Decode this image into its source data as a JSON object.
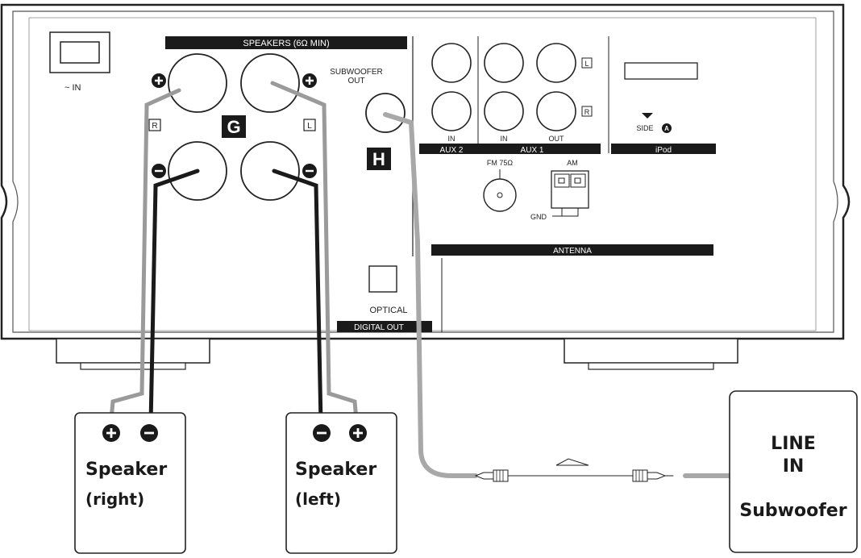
{
  "panel": {
    "speakers_header": "SPEAKERS (6Ω MIN)",
    "power_label": "~ IN",
    "channel_right": "R",
    "channel_left": "L",
    "marker_g": "G",
    "marker_h": "H",
    "subwoofer_out": [
      "SUBWOOFER",
      "OUT"
    ],
    "aux_side_labels": [
      "L",
      "R"
    ],
    "aux_jack_labels": [
      "IN",
      "IN",
      "OUT"
    ],
    "aux2_label": "AUX 2",
    "aux1_label": "AUX 1",
    "fm_label": "FM 75Ω",
    "am_label": "AM",
    "gnd_label": "GND",
    "antenna_label": "ANTENNA",
    "side_label": "SIDE",
    "side_badge": "A",
    "ipod_label": "iPod",
    "optical_label": "OPTICAL",
    "digital_out_label": "DIGITAL OUT"
  },
  "speaker_right": {
    "title": "Speaker",
    "subtitle": "(right)"
  },
  "speaker_left": {
    "title": "Speaker",
    "subtitle": "(left)"
  },
  "subwoofer": {
    "line1": "LINE",
    "line2": "IN",
    "name": "Subwoofer"
  }
}
